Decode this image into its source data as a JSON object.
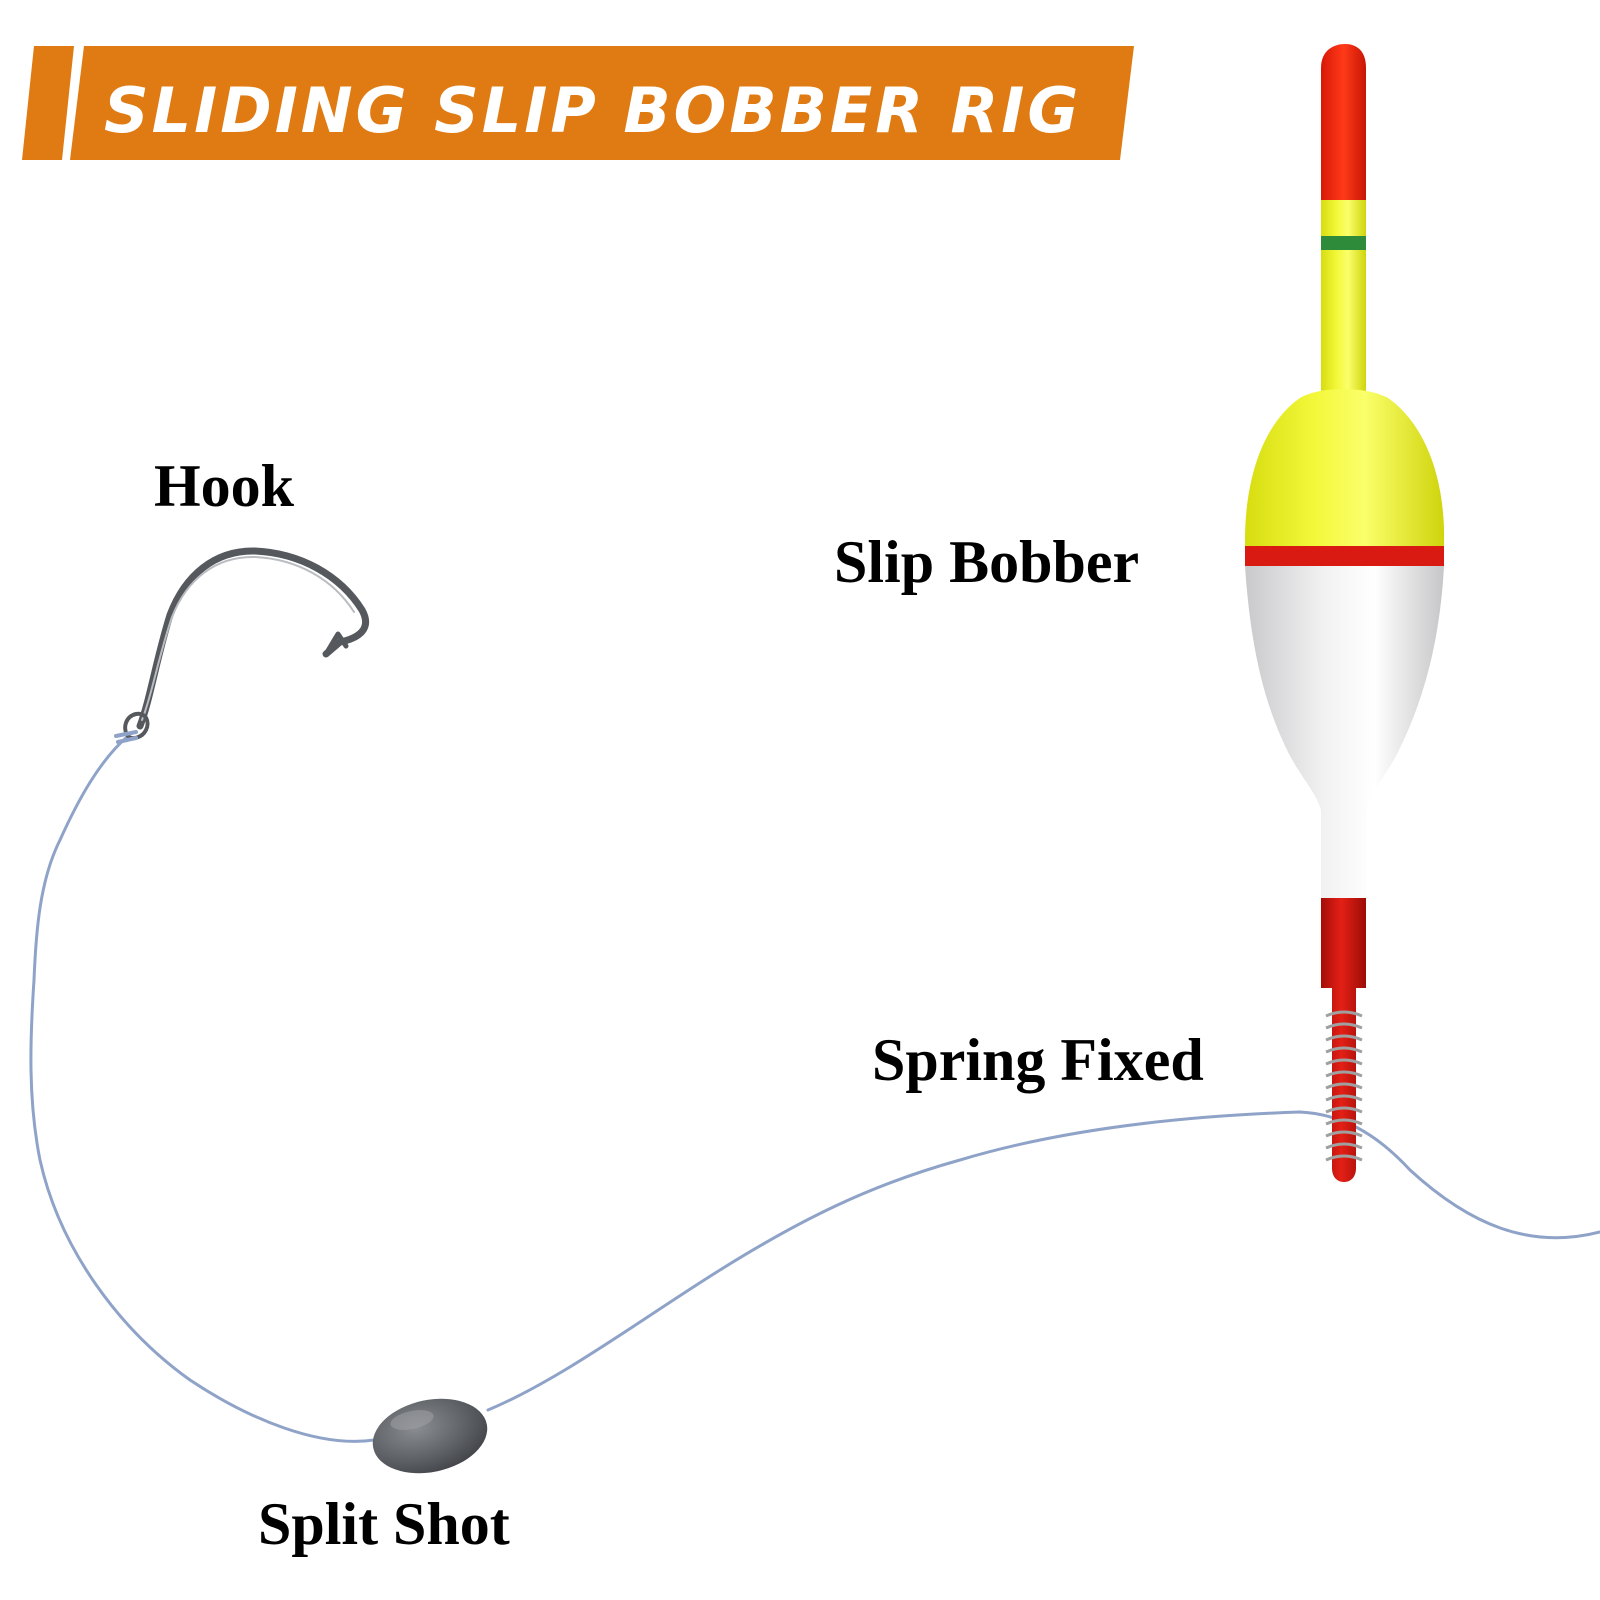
{
  "banner": {
    "title": "SLIDING SLIP BOBBER RIG",
    "color": "#e07a12"
  },
  "labels": {
    "hook": "Hook",
    "slip_bobber": "Slip Bobber",
    "spring_fixed": "Spring Fixed",
    "split_shot": "Split Shot"
  },
  "colors": {
    "line": "#8fa3c8",
    "bobber_yellow": "#eef52a",
    "bobber_white": "#e6e6e6",
    "bobber_red": "#d81a12",
    "tip_red": "#f02010",
    "band_green": "#2e8b3a",
    "sinker": "#5e6166",
    "hook_metal": "#6b6f75",
    "spring": "#9a9a9a"
  }
}
